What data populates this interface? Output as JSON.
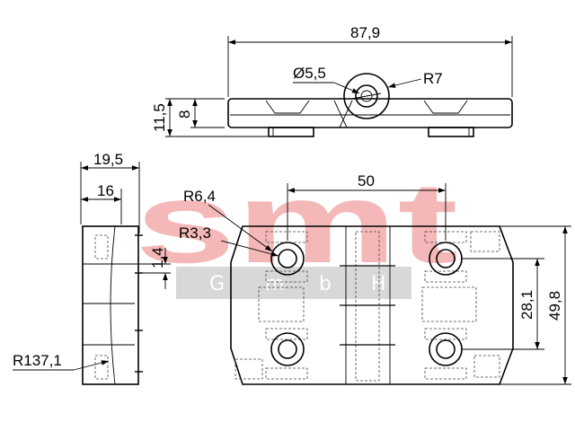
{
  "watermark": {
    "logo_text": "smt",
    "subtitle_letters": [
      "G",
      "m",
      "b",
      "H"
    ],
    "color": "#f4b8b8",
    "band_color": "#d8d8d8"
  },
  "dimensions": {
    "overall_length": "87,9",
    "bore_diameter": "Ø5,5",
    "knuckle_radius": "R7",
    "total_height": "11,5",
    "leaf_thickness": "8",
    "side_width": "19,5",
    "side_body_width": "16",
    "counterbore_radius": "R6,4",
    "hole_radius": "R3,3",
    "pin_offset": "1,4",
    "side_radius": "R137,1",
    "hole_spacing_x": "50",
    "hole_spacing_y": "28,1",
    "overall_width": "49,8"
  }
}
